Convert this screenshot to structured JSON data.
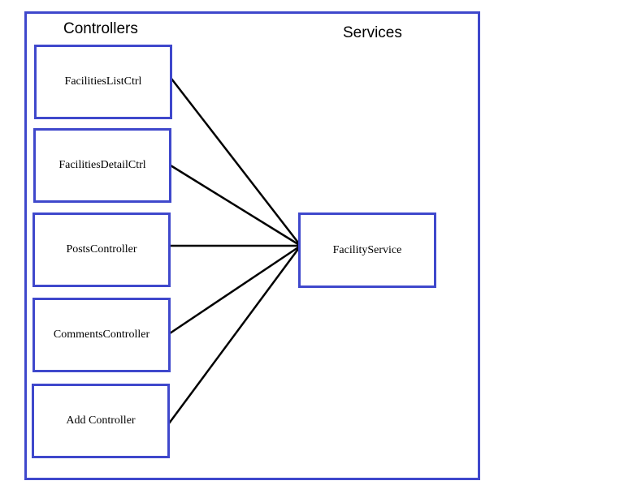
{
  "headings": {
    "controllers": "Controllers",
    "services": "Services"
  },
  "controllers": [
    {
      "label": "FacilitiesListCtrl"
    },
    {
      "label": "FacilitiesDetailCtrl"
    },
    {
      "label": "PostsController"
    },
    {
      "label": "CommentsController"
    },
    {
      "label": "Add Controller"
    }
  ],
  "service": {
    "label": "FacilityService"
  },
  "colors": {
    "border": "#3f48cc",
    "connector": "#000000"
  }
}
